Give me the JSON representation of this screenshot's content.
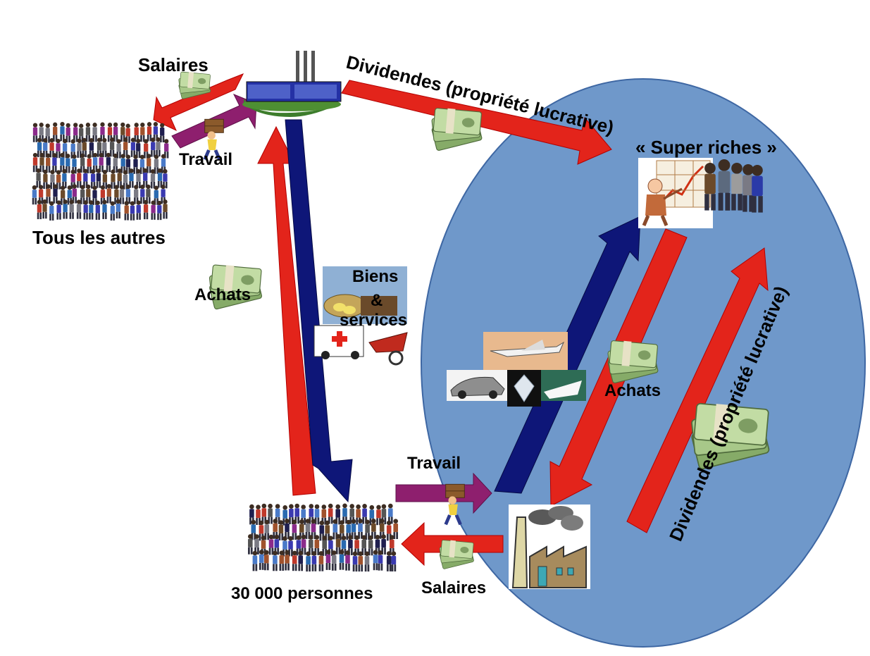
{
  "labels": {
    "salaires_top": "Salaires",
    "travail_top": "Travail",
    "dividendes_top": "Dividendes (propriété lucrative)",
    "super_riches": "« Super riches »",
    "tous_les_autres": "Tous les autres",
    "achats_left": "Achats",
    "biens": "Biens",
    "ampersand": "&",
    "services": "services",
    "achats_right": "Achats",
    "dividendes_right": "Dividendes (propriété lucrative)",
    "travail_bottom": "Travail",
    "salaires_bottom": "Salaires",
    "trente_mille": "30 000 personnes"
  },
  "icons": {
    "factory_top": "factory-icon",
    "factory_bottom": "factory-icon",
    "crowd": "crowd-icon",
    "money": "money-stack-icon",
    "worker": "worker-carrying-box-icon",
    "luxury": "luxury-goods-icon",
    "goods": "goods-and-services-icon",
    "presenter": "presenter-chart-icon"
  },
  "colors": {
    "circle_fill": "#6f98ca",
    "circle_stroke": "#3e67a3",
    "red_arrow": "#e3241b",
    "navy_arrow": "#0e1678",
    "purple_arrow": "#8e1f6e",
    "money_green": "#9cbf7c"
  }
}
